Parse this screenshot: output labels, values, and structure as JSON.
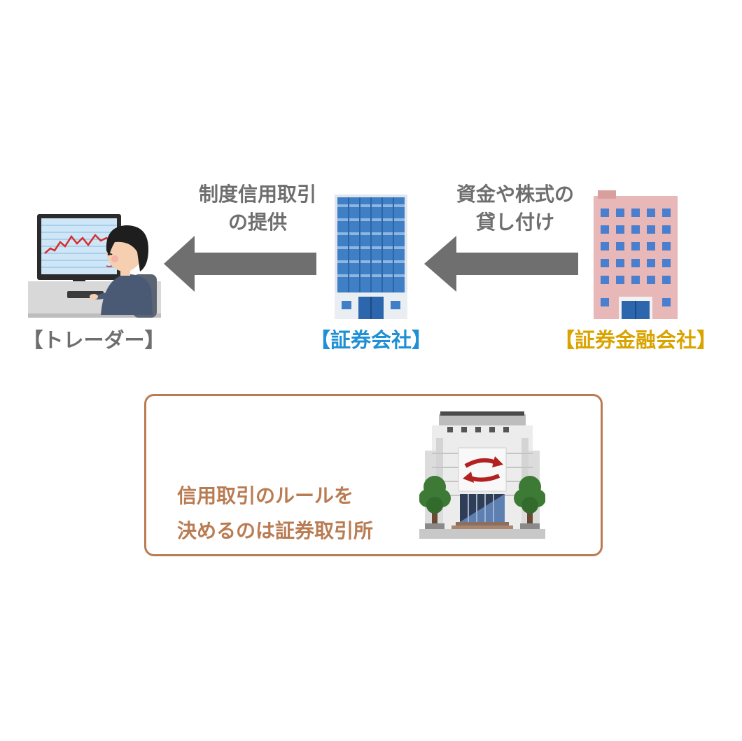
{
  "arrows": [
    {
      "label_line1": "制度信用取引",
      "label_line2": "の提供"
    },
    {
      "label_line1": "資金や株式の",
      "label_line2": "貸し付け"
    }
  ],
  "entities": {
    "trader": {
      "label": "【トレーダー】",
      "color": "#6e6e6e"
    },
    "securities_company": {
      "label": "【証券会社】",
      "color": "#1f8fd6"
    },
    "securities_finance_company": {
      "label": "【証券金融会社】",
      "color": "#d9a300"
    }
  },
  "info_box": {
    "line1": "信用取引のルールを",
    "line2": "決めるのは証券取引所"
  },
  "colors": {
    "arrow": "#6f6f6f",
    "box_border": "#b97c52",
    "box_text": "#b97c52"
  },
  "icons": [
    "trader-at-computer-icon",
    "office-building-blue-icon",
    "office-building-pink-icon",
    "stock-exchange-building-icon"
  ]
}
